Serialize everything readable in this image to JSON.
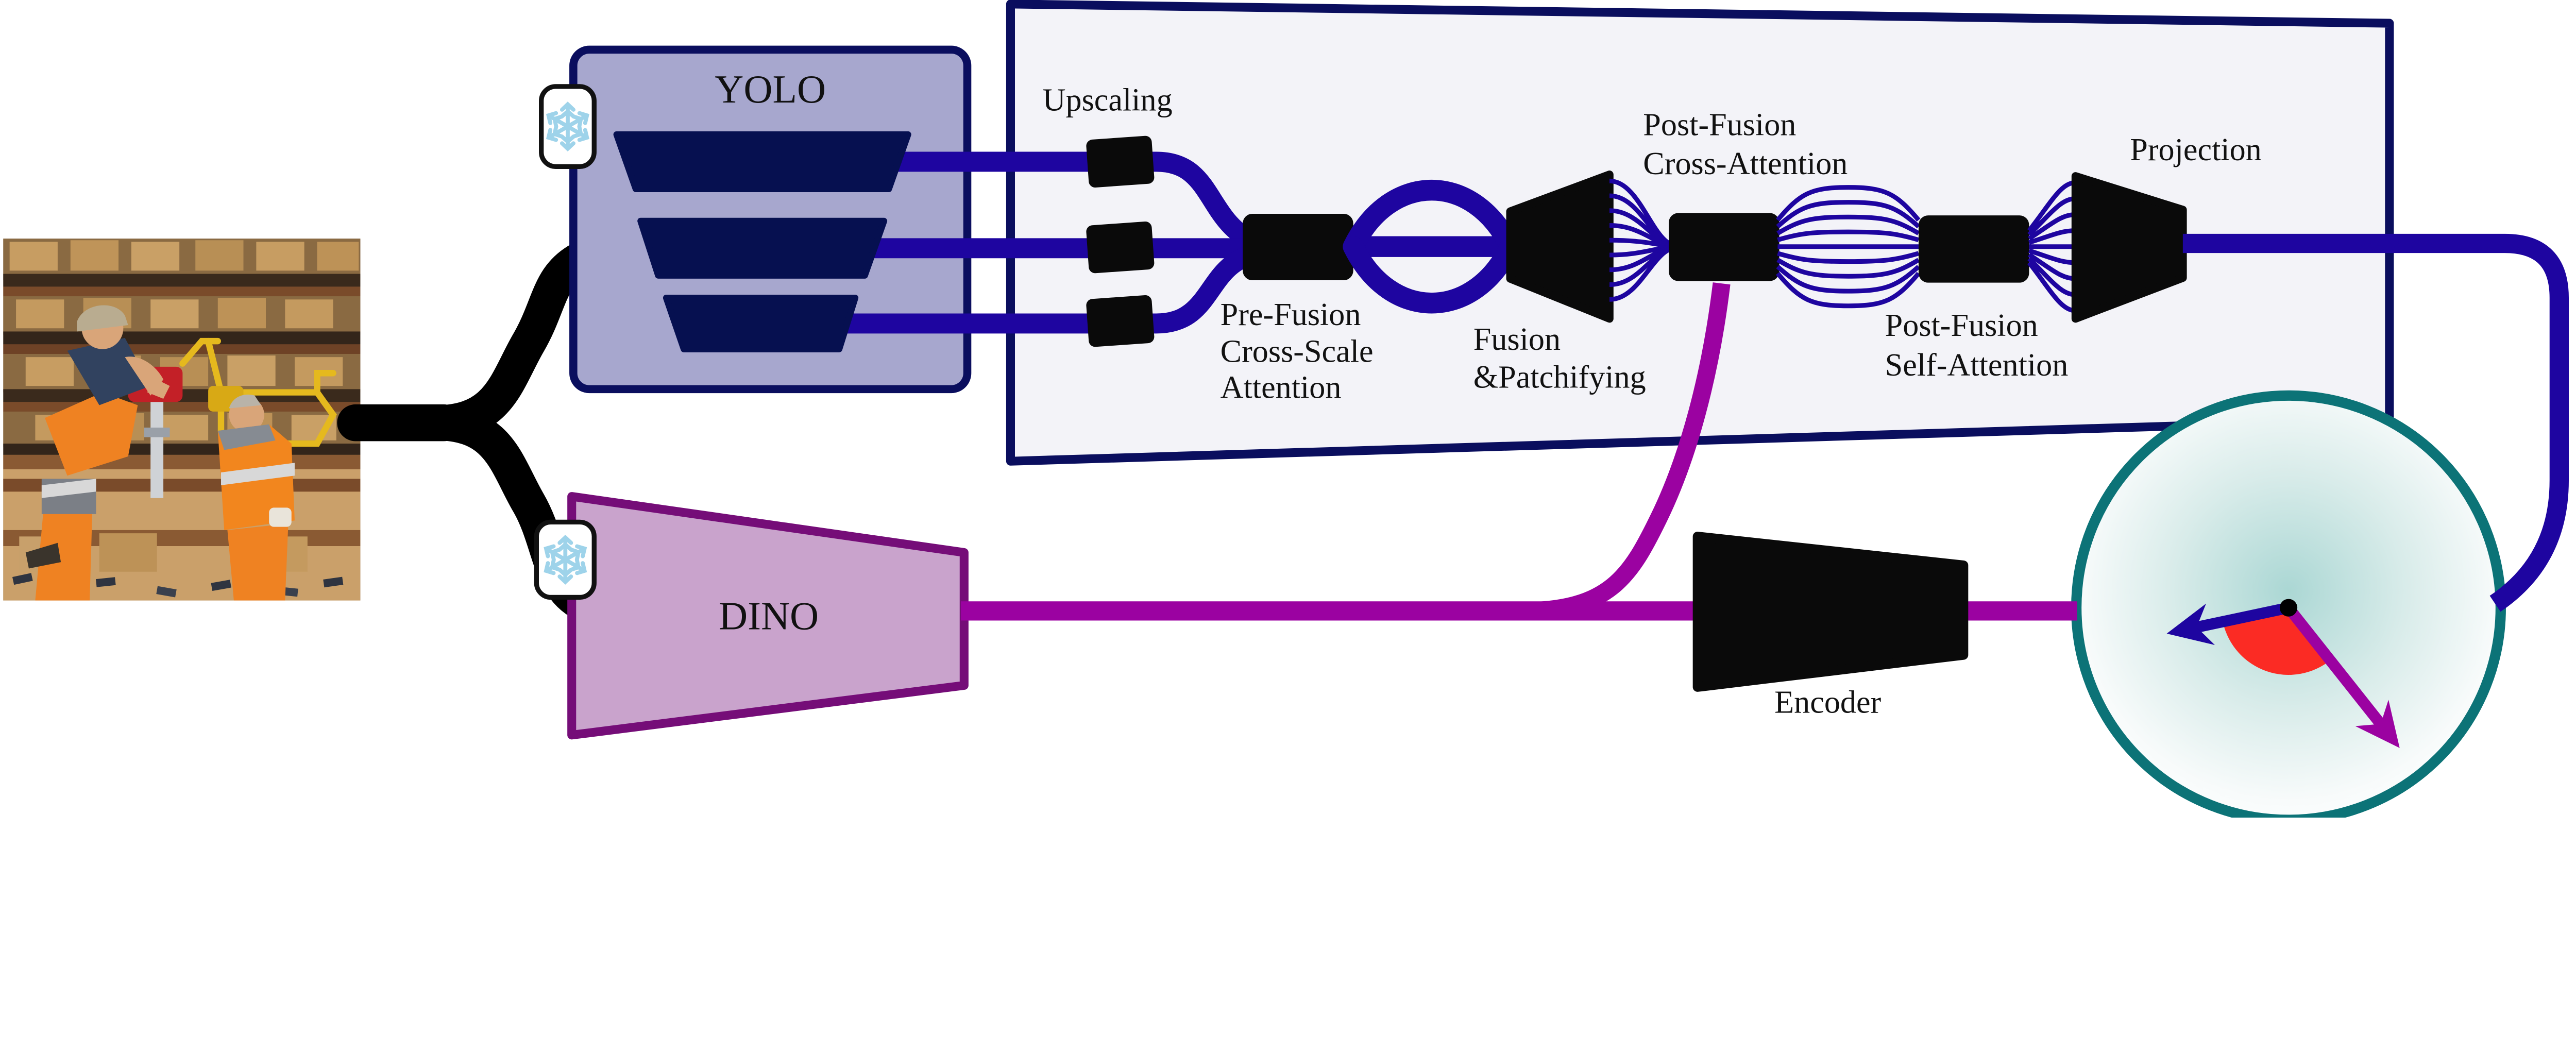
{
  "figure": {
    "type": "model-architecture-diagram",
    "description_visible_text_only": true
  },
  "palette": {
    "deep_blue_stream": "#1e05a0",
    "navy_panel_border": "#0a0e5e",
    "yolo_box_fill": "#a7a7ce",
    "yolo_pyramid_fill": "#061050",
    "magenta_stream": "#9b02a1",
    "dino_fill": "#c9a3cc",
    "dino_border": "#750d78",
    "module_black": "#0a0a0a",
    "panel_fill": "#f3f3f8",
    "prediction_ring_teal": "#0c7377",
    "prediction_glow": "#abd7d4",
    "angle_wedge_red": "#fb2b24",
    "snowflake_blue": "#9ed3ea"
  },
  "pipeline": {
    "yolo": "YOLO",
    "dino": "DINO",
    "upscaling": "Upscaling",
    "pre_fusion_cross_scale_attention": [
      "Pre-Fusion",
      "Cross-Scale",
      "Attention"
    ],
    "fusion_patchifying": [
      "Fusion",
      "&Patchifying"
    ],
    "post_fusion_cross_attention": [
      "Post-Fusion",
      "Cross-Attention"
    ],
    "post_fusion_self_attention": [
      "Post-Fusion",
      "Self-Attention"
    ],
    "projection": "Projection",
    "encoder": "Encoder"
  }
}
